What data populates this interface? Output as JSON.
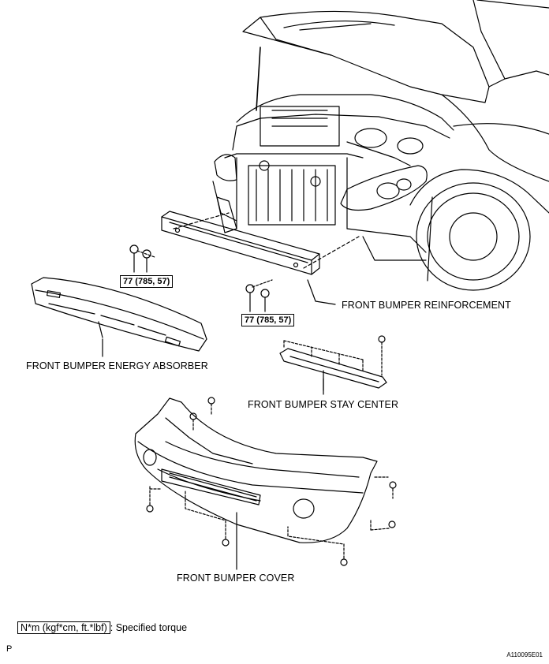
{
  "labels": {
    "reinforcement": "FRONT BUMPER REINFORCEMENT",
    "energy_absorber": "FRONT BUMPER ENERGY ABSORBER",
    "stay_center": "FRONT BUMPER STAY CENTER",
    "cover": "FRONT BUMPER COVER"
  },
  "torque": {
    "left": "77 (785, 57)",
    "right": "77 (785, 57)"
  },
  "legend": {
    "unit": "N*m (kgf*cm, ft.*lbf)",
    "description": ": Specified torque"
  },
  "footer": {
    "left_code": "P",
    "figure_id": "A110095E01"
  }
}
